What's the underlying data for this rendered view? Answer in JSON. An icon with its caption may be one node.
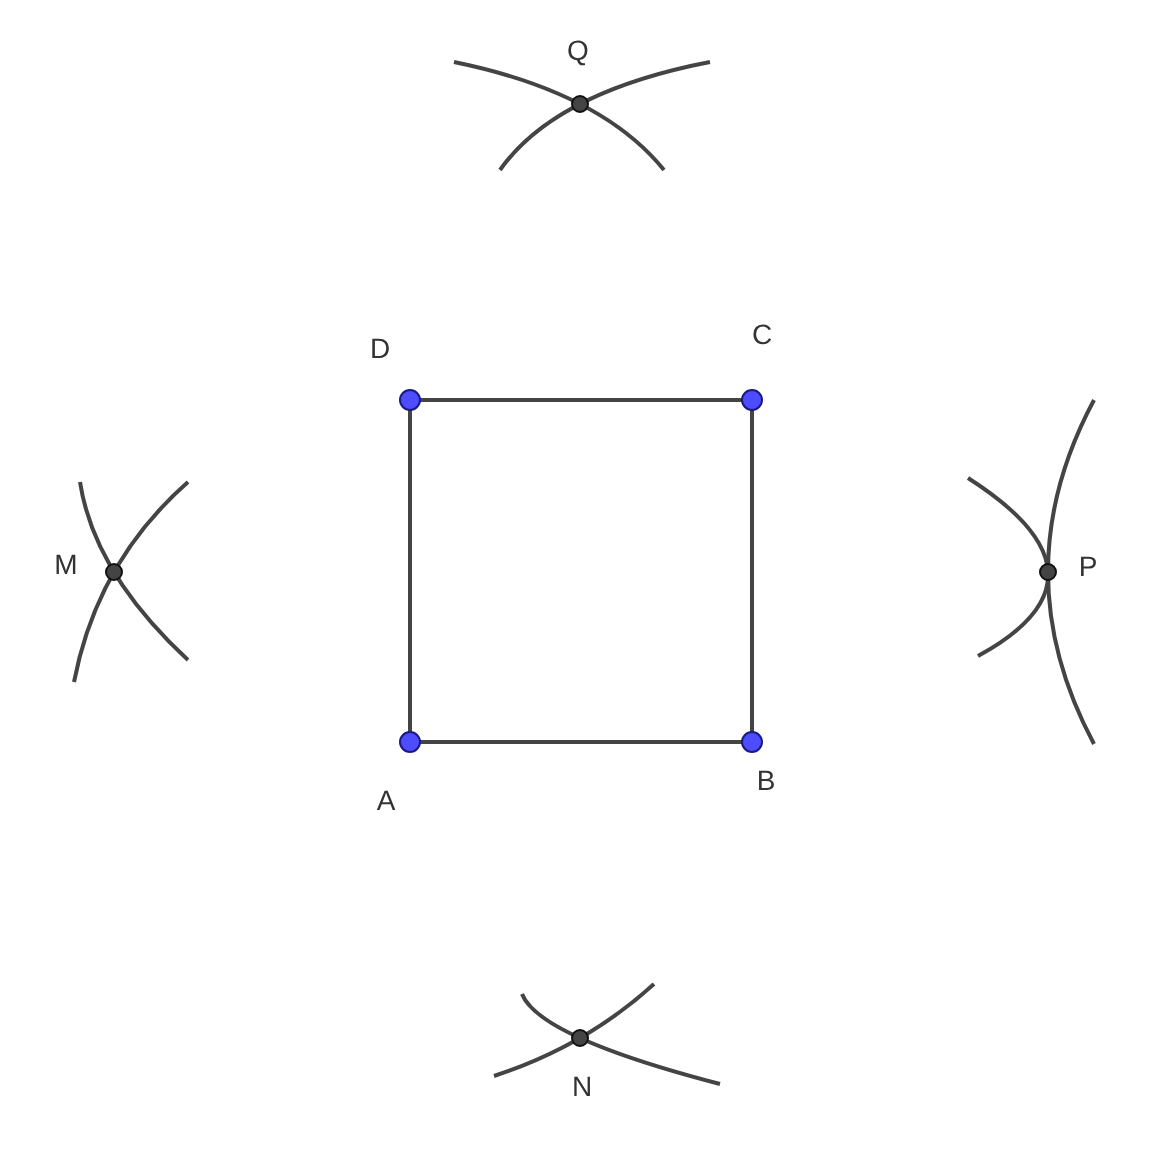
{
  "diagram": {
    "labels": [
      "Q",
      "D",
      "C",
      "M",
      "P",
      "A",
      "B",
      "N"
    ]
  }
}
